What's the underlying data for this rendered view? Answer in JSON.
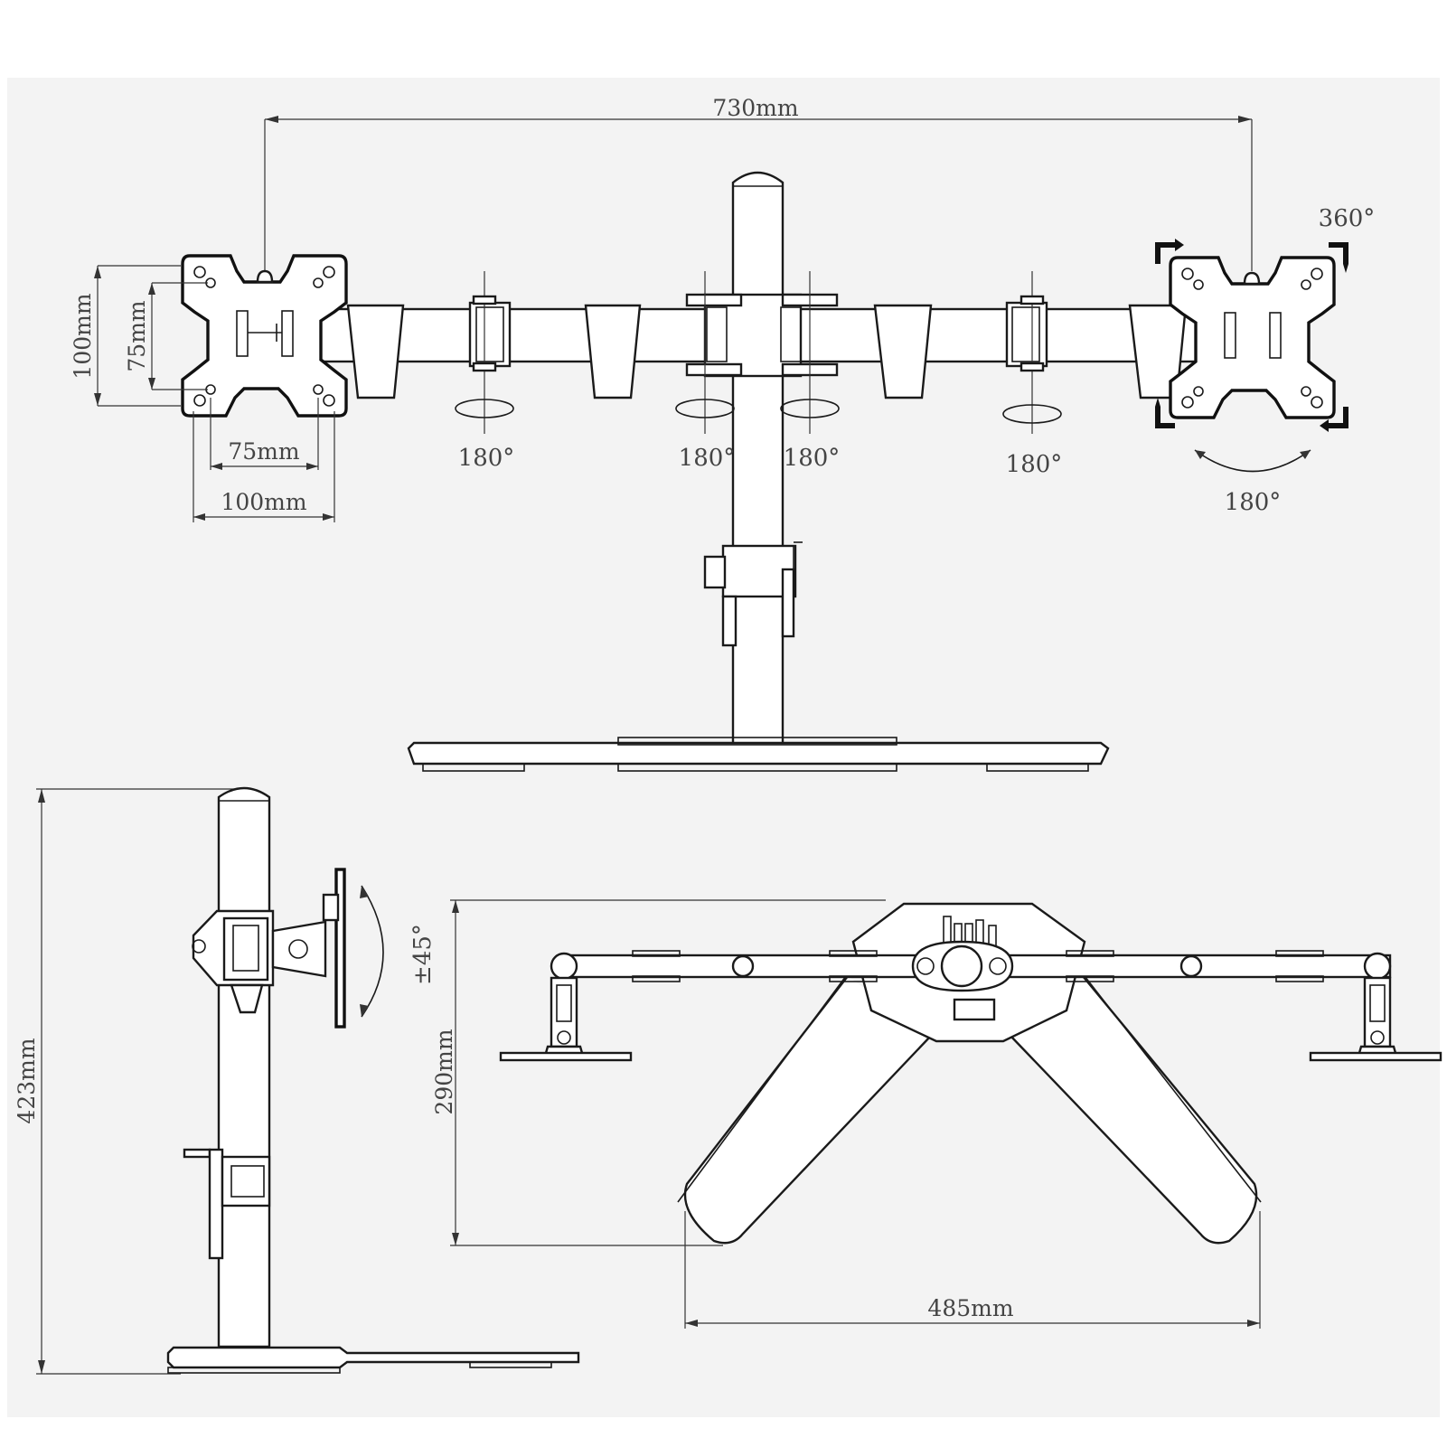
{
  "dimensions": {
    "width_total": "730mm",
    "vesa_height_outer": "100mm",
    "vesa_height_inner": "75mm",
    "vesa_width_inner": "75mm",
    "vesa_width_outer": "100mm",
    "pole_height": "423mm",
    "base_depth": "290mm",
    "base_width": "485mm"
  },
  "angles": {
    "plate_rotation": "360°",
    "plate_swivel": "180°",
    "joint_left_outer": "180°",
    "joint_center_left": "180°",
    "joint_center_right": "180°",
    "joint_right_outer": "180°",
    "tilt": "±45°"
  },
  "colors": {
    "line": "#1a1a1a",
    "dimension": "#333333",
    "text": "#444444",
    "background": "#f3f3f3"
  }
}
